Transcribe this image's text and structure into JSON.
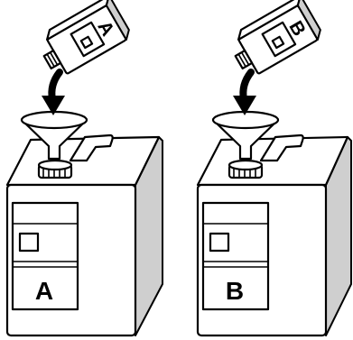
{
  "containers": [
    {
      "id": "a",
      "label": "A",
      "bottle_label": "A"
    },
    {
      "id": "b",
      "label": "B",
      "bottle_label": "B"
    }
  ],
  "icons": [
    "bottle-icon",
    "arrow-down-icon",
    "funnel-icon",
    "canister-icon"
  ],
  "colors": {
    "line": "#000000",
    "fill": "#ffffff",
    "shade": "#cfcfcf"
  }
}
